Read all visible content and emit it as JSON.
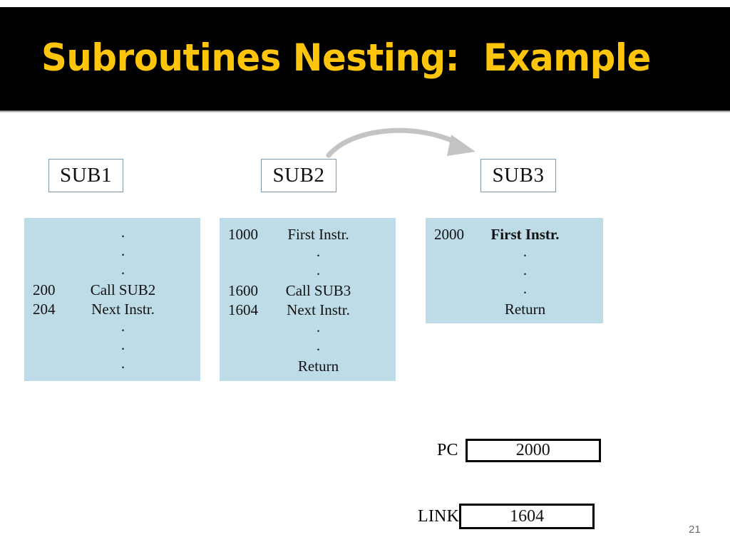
{
  "slide": {
    "title": "Subroutines Nesting:  Example",
    "page_number": "21",
    "colors": {
      "banner_background": "#000000",
      "title_text": "#ffc50a",
      "panel_fill": "#bedce7",
      "header_box_border": "#8097b0",
      "arrow": "#c4c4c4",
      "register_border": "#000000"
    }
  },
  "subroutines": [
    {
      "name": "SUB1",
      "rows": [
        {
          "addr": "",
          "instr": ".",
          "bold": false,
          "is_dot": true
        },
        {
          "addr": "",
          "instr": ".",
          "bold": false,
          "is_dot": true
        },
        {
          "addr": "",
          "instr": ".",
          "bold": false,
          "is_dot": true
        },
        {
          "addr": "200",
          "instr": "Call SUB2",
          "bold": false,
          "is_dot": false
        },
        {
          "addr": "204",
          "instr": "Next Instr.",
          "bold": false,
          "is_dot": false
        },
        {
          "addr": "",
          "instr": ".",
          "bold": false,
          "is_dot": true
        },
        {
          "addr": "",
          "instr": ".",
          "bold": false,
          "is_dot": true
        },
        {
          "addr": "",
          "instr": ".",
          "bold": false,
          "is_dot": true
        }
      ]
    },
    {
      "name": "SUB2",
      "rows": [
        {
          "addr": "1000",
          "instr": "First Instr.",
          "bold": false,
          "is_dot": false
        },
        {
          "addr": "",
          "instr": ".",
          "bold": false,
          "is_dot": true
        },
        {
          "addr": "",
          "instr": ".",
          "bold": false,
          "is_dot": true
        },
        {
          "addr": "1600",
          "instr": "Call SUB3",
          "bold": false,
          "is_dot": false
        },
        {
          "addr": "1604",
          "instr": "Next Instr.",
          "bold": false,
          "is_dot": false
        },
        {
          "addr": "",
          "instr": ".",
          "bold": false,
          "is_dot": true
        },
        {
          "addr": "",
          "instr": ".",
          "bold": false,
          "is_dot": true
        },
        {
          "addr": "",
          "instr": "Return",
          "bold": false,
          "is_dot": false
        }
      ]
    },
    {
      "name": "SUB3",
      "rows": [
        {
          "addr": "2000",
          "instr": "First Instr.",
          "bold": true,
          "is_dot": false
        },
        {
          "addr": "",
          "instr": ".",
          "bold": false,
          "is_dot": true
        },
        {
          "addr": "",
          "instr": ".",
          "bold": false,
          "is_dot": true
        },
        {
          "addr": "",
          "instr": ".",
          "bold": false,
          "is_dot": true
        },
        {
          "addr": "",
          "instr": "Return",
          "bold": false,
          "is_dot": false
        }
      ]
    }
  ],
  "arrow": {
    "name": "call-arrow-sub2-to-sub3",
    "from": "SUB2",
    "to": "SUB3"
  },
  "registers": [
    {
      "label": "PC",
      "value": "2000"
    },
    {
      "label": "LINK",
      "value": "1604"
    }
  ]
}
